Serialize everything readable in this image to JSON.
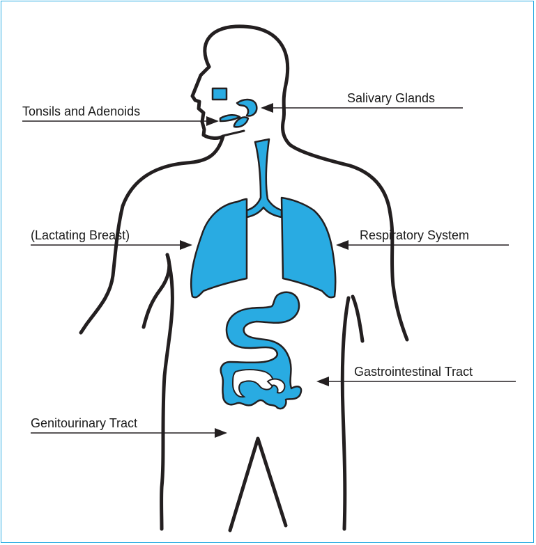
{
  "colors": {
    "organ_fill": "#29abe2",
    "outline": "#231f20",
    "frame_border": "#29abe2",
    "background": "#ffffff"
  },
  "labels": {
    "tonsils": "Tonsils and Adenoids",
    "salivary": "Salivary Glands",
    "breast": "(Lactating Breast)",
    "respiratory": "Respiratory System",
    "gastro": "Gastrointestinal Tract",
    "genito": "Genitourinary Tract"
  }
}
